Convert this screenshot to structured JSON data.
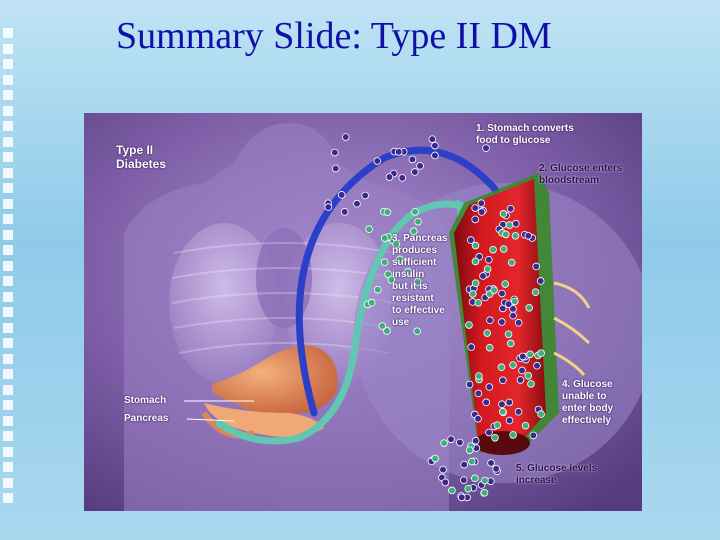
{
  "slide": {
    "title": "Summary Slide: Type II DM"
  },
  "illustration": {
    "heading": "Type II\nDiabetes",
    "organs": {
      "stomach": "Stomach",
      "pancreas": "Pancreas"
    },
    "steps": [
      {
        "text": "1. Stomach converts\nfood to glucose"
      },
      {
        "text": "2. Glucose enters\nbloodstream"
      },
      {
        "text": "3. Pancreas\nproduces\nsufficient\ninsulin\nbut it is\nresistant\nto effective\nuse"
      },
      {
        "text": "4. Glucose\nunable to\nenter body\neffectively"
      },
      {
        "text": "5. Glucose levels\nincrease"
      }
    ],
    "colors": {
      "background": "#7d5ea6",
      "vessel": "#c8161b",
      "glucose": "#3a2a8f",
      "insulin": "#3fae7c",
      "arrow_glucose": "#2c3fc8",
      "arrow_insulin": "#62c7b2"
    }
  }
}
